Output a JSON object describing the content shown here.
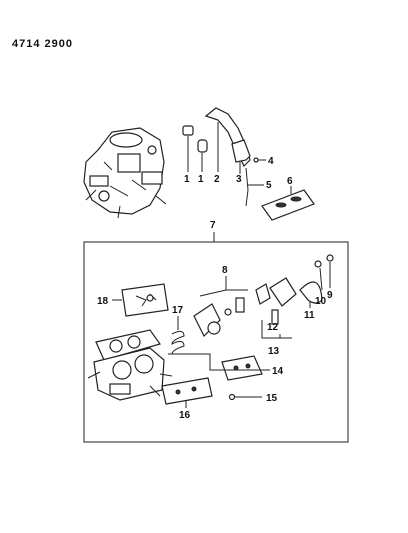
{
  "header": {
    "doc_code": "4714 2900"
  },
  "callouts": [
    {
      "id": "c1a",
      "text": "1"
    },
    {
      "id": "c1b",
      "text": "1"
    },
    {
      "id": "c2",
      "text": "2"
    },
    {
      "id": "c3",
      "text": "3"
    },
    {
      "id": "c4",
      "text": "4"
    },
    {
      "id": "c5",
      "text": "5"
    },
    {
      "id": "c6",
      "text": "6"
    },
    {
      "id": "c7",
      "text": "7"
    },
    {
      "id": "c8",
      "text": "8"
    },
    {
      "id": "c9",
      "text": "9"
    },
    {
      "id": "c10",
      "text": "10"
    },
    {
      "id": "c11",
      "text": "11"
    },
    {
      "id": "c12",
      "text": "12"
    },
    {
      "id": "c13",
      "text": "13"
    },
    {
      "id": "c14",
      "text": "14"
    },
    {
      "id": "c15",
      "text": "15"
    },
    {
      "id": "c16",
      "text": "16"
    },
    {
      "id": "c17",
      "text": "17"
    },
    {
      "id": "c18",
      "text": "18"
    }
  ]
}
